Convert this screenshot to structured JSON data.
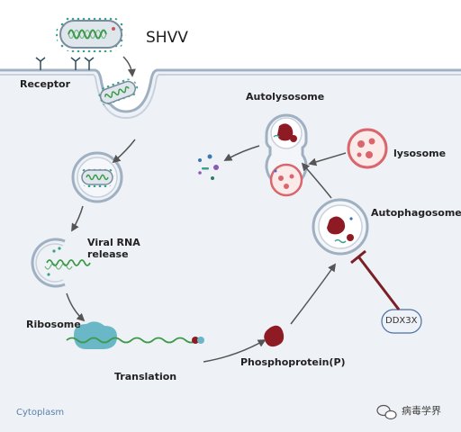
{
  "labels": {
    "virus": "SHVV",
    "receptor": "Receptor",
    "viral_rna_release": [
      "Viral RNA",
      "release"
    ],
    "ribosome": "Ribosome",
    "translation": "Translation",
    "phosphoprotein": "Phosphoprotein(P)",
    "autolysosome": "Autolysosome",
    "lysosome": "lysosome",
    "autophagosome": "Autophagosome",
    "ddx3x": "DDX3X",
    "cytoplasm": "Cytoplasm"
  },
  "watermark": {
    "text": "病毒学界",
    "icon": "wechat-icon"
  },
  "colors": {
    "membrane": "#9fb0c2",
    "cell_interior": "#eef1f5",
    "virus_spike": "#3aa08c",
    "virus_body": "#7a8c9e",
    "rna_green": "#3c9a4a",
    "lysosome_red": "#d9666c",
    "protein_dark_red": "#8e1b24",
    "ribosome_teal": "#6ab7c7",
    "inhibitor": "#7a1f26",
    "arrow": "#555555"
  }
}
